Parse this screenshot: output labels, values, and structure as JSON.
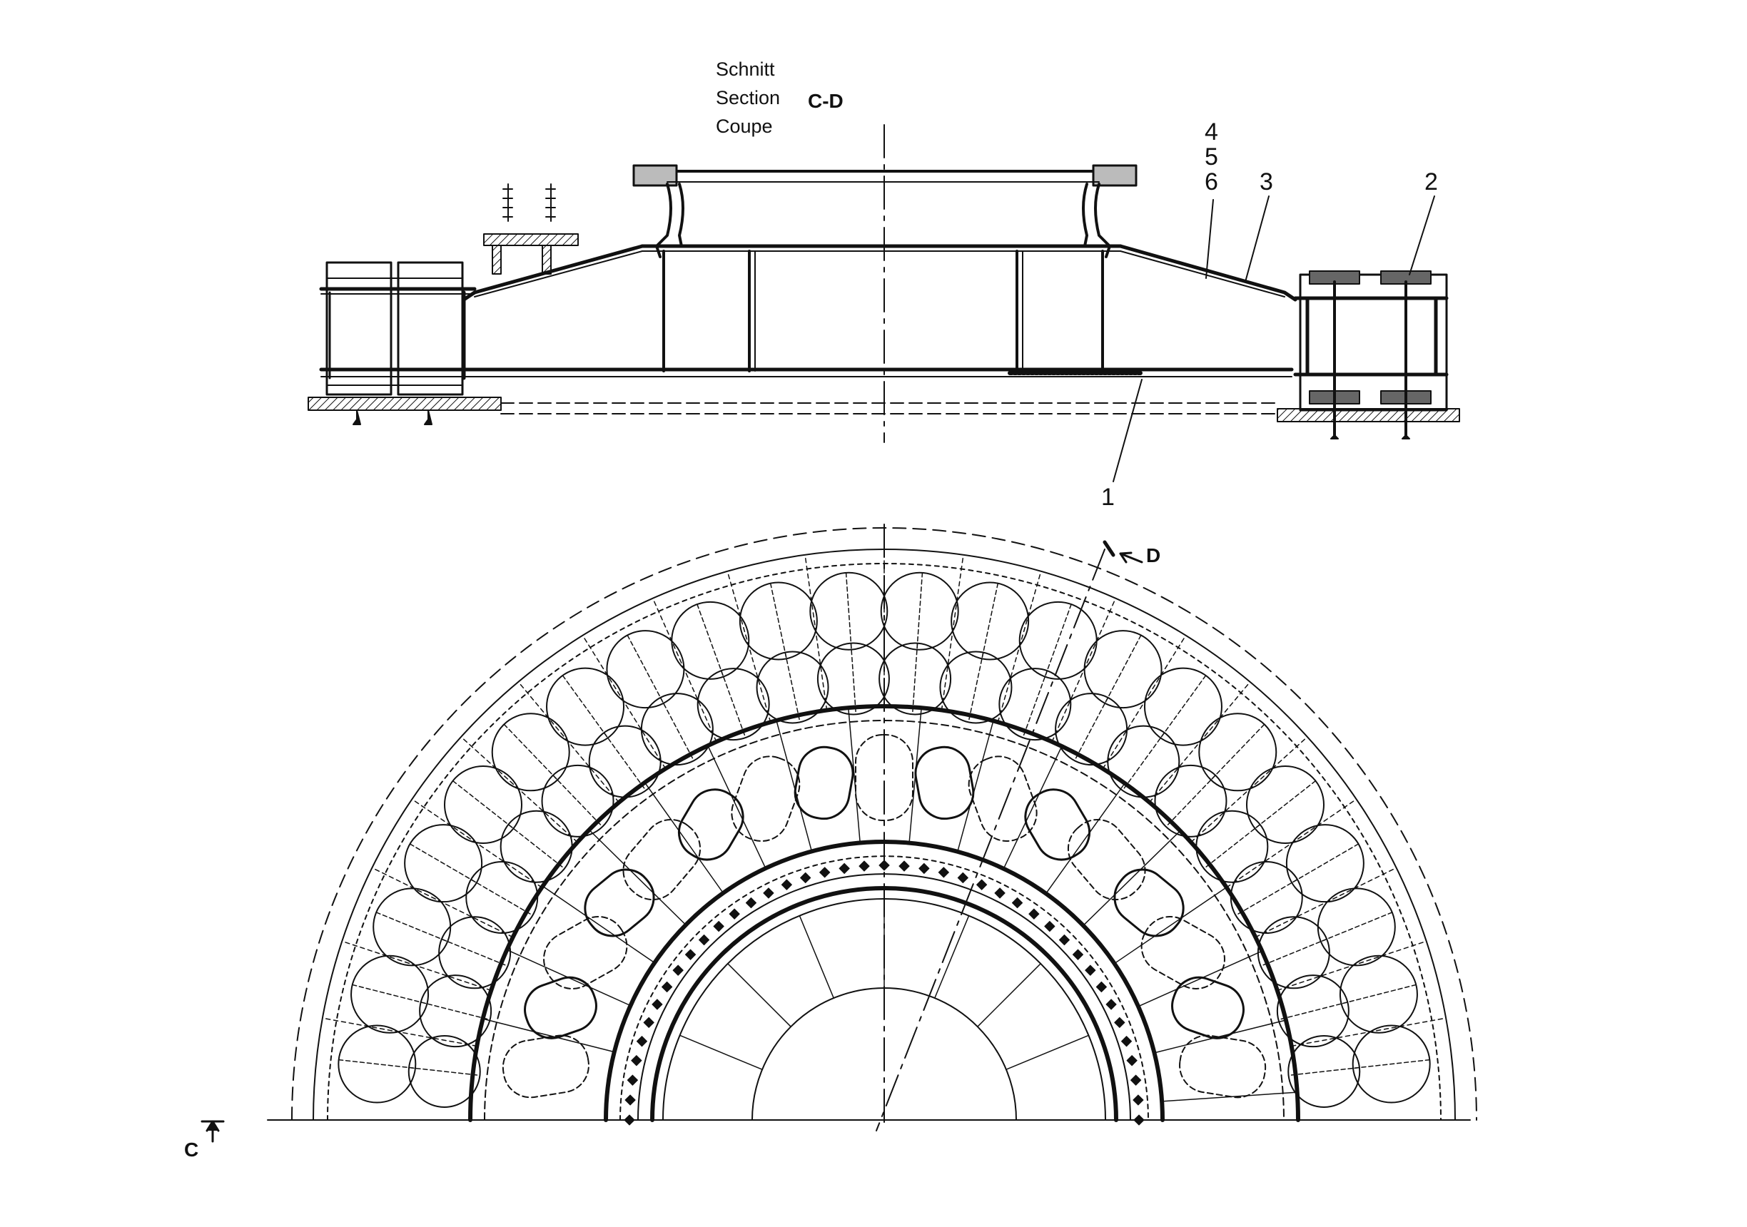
{
  "section_title": {
    "lines": [
      "Schnitt",
      "Section",
      "Coupe"
    ],
    "suffix": "C-D"
  },
  "part_numbers": [
    "4",
    "5",
    "6",
    "3",
    "2",
    "1"
  ],
  "section_markers": {
    "c": "C",
    "d": "D"
  },
  "colors": {
    "ink": "#111111",
    "paper": "#ffffff"
  },
  "plan_view": {
    "outer_ring_pads": 22,
    "inner_ring_pads": 17,
    "bolt_beads": 40
  }
}
